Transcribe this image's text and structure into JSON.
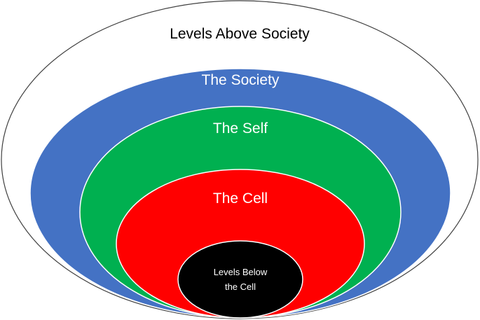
{
  "levels": [
    {
      "label": "Levels Above Society",
      "fill": "#ffffff",
      "stroke": "#404040",
      "text_color": "#000000"
    },
    {
      "label": "The Society",
      "fill": "#4472c4",
      "stroke": "#ffffff",
      "text_color": "#ffffff"
    },
    {
      "label": "The Self",
      "fill": "#00b050",
      "stroke": "#ffffff",
      "text_color": "#ffffff"
    },
    {
      "label": "The Cell",
      "fill": "#ff0000",
      "stroke": "#ffffff",
      "text_color": "#ffffff"
    },
    {
      "label_lines": [
        "Levels Below",
        "the Cell"
      ],
      "fill": "#000000",
      "stroke": "#ffffff",
      "text_color": "#ffffff"
    }
  ]
}
